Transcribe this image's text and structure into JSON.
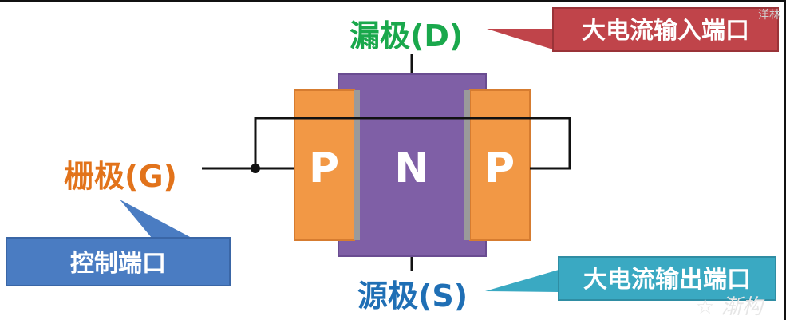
{
  "labels": {
    "drain": "漏极(D)",
    "gate": "栅极(G)",
    "source": "源极(S)"
  },
  "regions": {
    "left_p": "P",
    "center_n": "N",
    "right_p": "P"
  },
  "callouts": {
    "drain": "大电流输入端口",
    "gate": "控制端口",
    "source": "大电流输出端口"
  },
  "watermarks": {
    "top_right": "洋林",
    "bottom_right": "☆ 渐构"
  },
  "colors": {
    "drain_text": "#1aa84c",
    "gate_text": "#e2731b",
    "source_text": "#1f6fb5",
    "p_region": "#f29845",
    "n_region": "#7f5fa6",
    "drain_callout": "#c0444a",
    "gate_callout": "#4a7cc2",
    "source_callout": "#3aa9c2"
  }
}
